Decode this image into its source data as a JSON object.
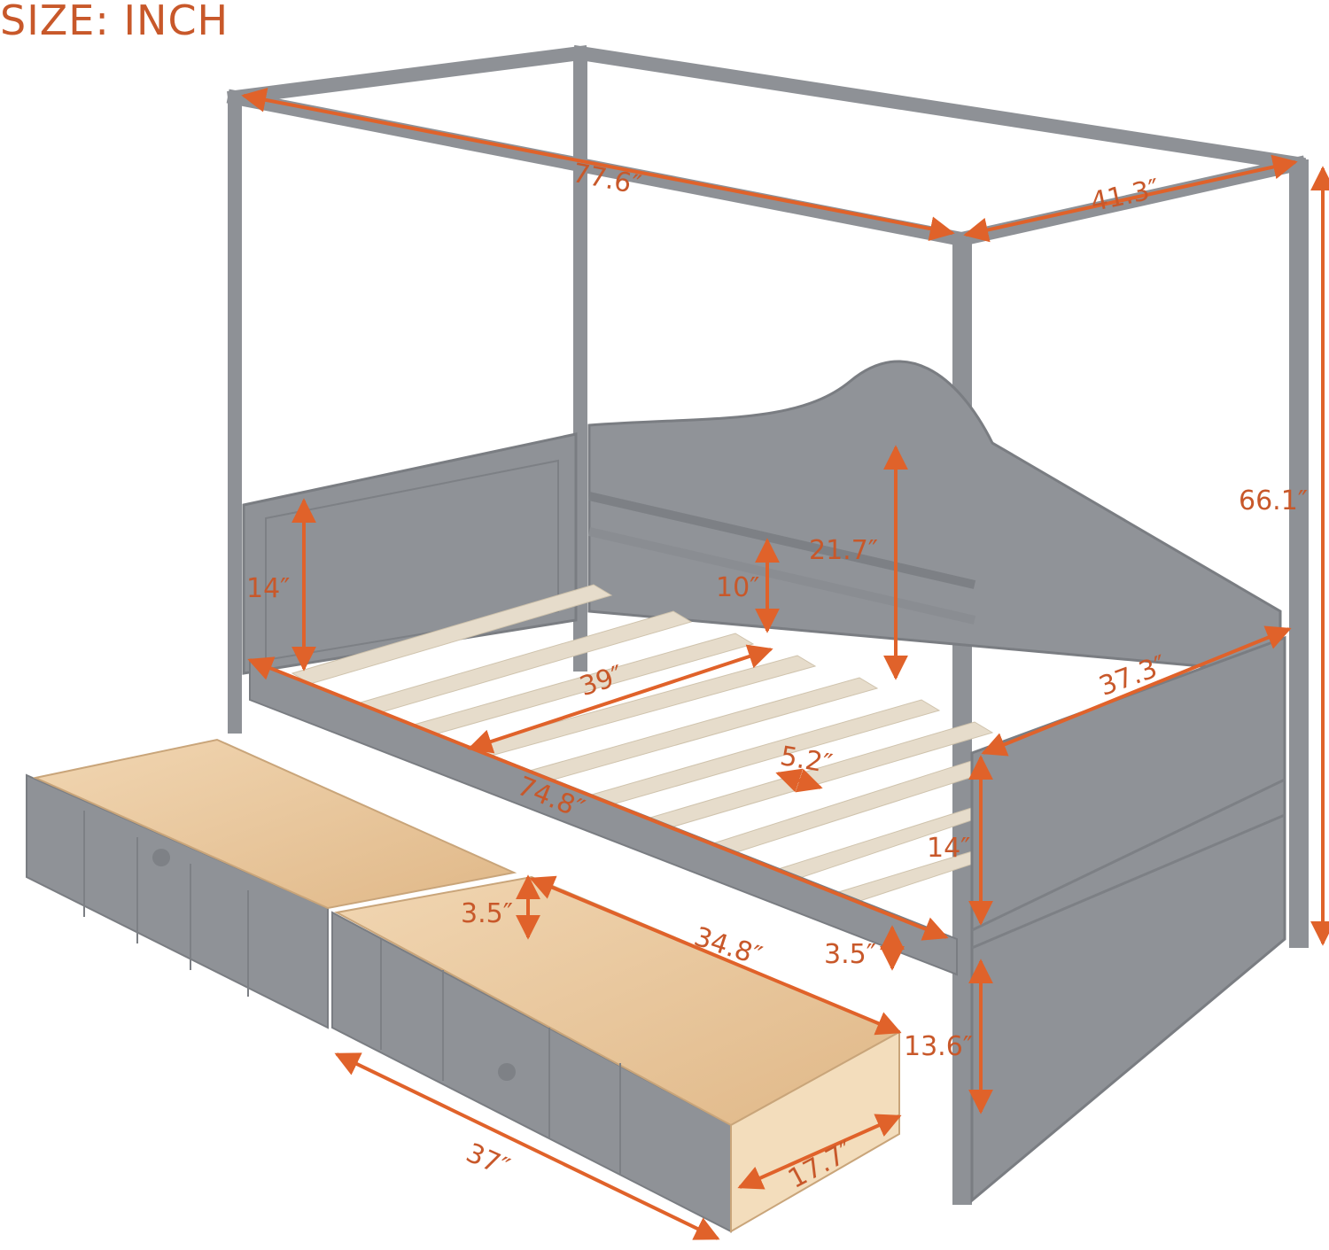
{
  "title": "SIZE: INCH",
  "colors": {
    "accent": "#e0622a",
    "frame": "#8e9196",
    "frame_dark": "#7a7d82",
    "slat": "#e6dccb",
    "drawer_wood": "#e9c9a0",
    "background": "#ffffff"
  },
  "product": "Canopy daybed with two storage drawers",
  "dimensions": {
    "canopy_length": "77.6″",
    "canopy_width": "41.3″",
    "total_height": "66.1″",
    "headboard_height": "14″",
    "backrest_rail_gap": "10″",
    "backrest_height": "21.7″",
    "inner_width": "39″",
    "footboard_width": "37.3″",
    "slat_spacing": "5.2″",
    "side_rail_length": "74.8″",
    "footboard_height": "14″",
    "rail_height": "3.5″",
    "drawer_height": "3.5″",
    "drawer_length": "34.8″",
    "drawer_depth": "13.6″",
    "ground_clearance_label": "13.6″",
    "drawer_front_width": "37″",
    "drawer_side_width": "17.7″"
  }
}
